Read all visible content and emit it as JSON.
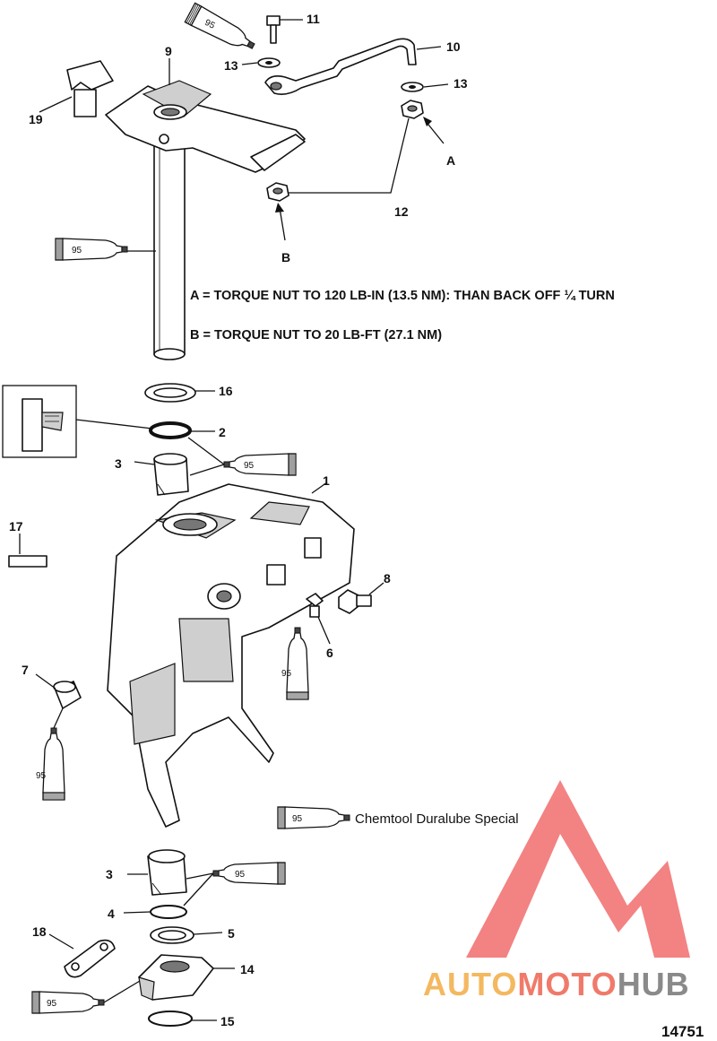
{
  "callouts": {
    "c1": "1",
    "c2": "2",
    "c3a": "3",
    "c3b": "3",
    "c4": "4",
    "c5": "5",
    "c6": "6",
    "c7": "7",
    "c8": "8",
    "c9": "9",
    "c10": "10",
    "c11": "11",
    "c12": "12",
    "c13a": "13",
    "c13b": "13",
    "c14": "14",
    "c15": "15",
    "c16": "16",
    "c17": "17",
    "c18": "18",
    "c19": "19",
    "ptA": "A",
    "ptB": "B"
  },
  "notes": {
    "a": "A = TORQUE  NUT TO 120 LB-IN (13.5 NM): THAN BACK OFF ¼ TURN",
    "b": "B = TORQUE NUT TO 20 LB-FT (27.1 NM)"
  },
  "lube": {
    "code": "95",
    "legend": "Chemtool Duralube Special"
  },
  "figure_number": "14751",
  "watermark": {
    "part1": "AUTO",
    "part2": "MOTO",
    "part3": "HUB",
    "color_auto": "#f4b860",
    "color_moto": "#f07a6a",
    "color_hub": "#8a8a8a",
    "logo_color": "#f26d6d"
  }
}
